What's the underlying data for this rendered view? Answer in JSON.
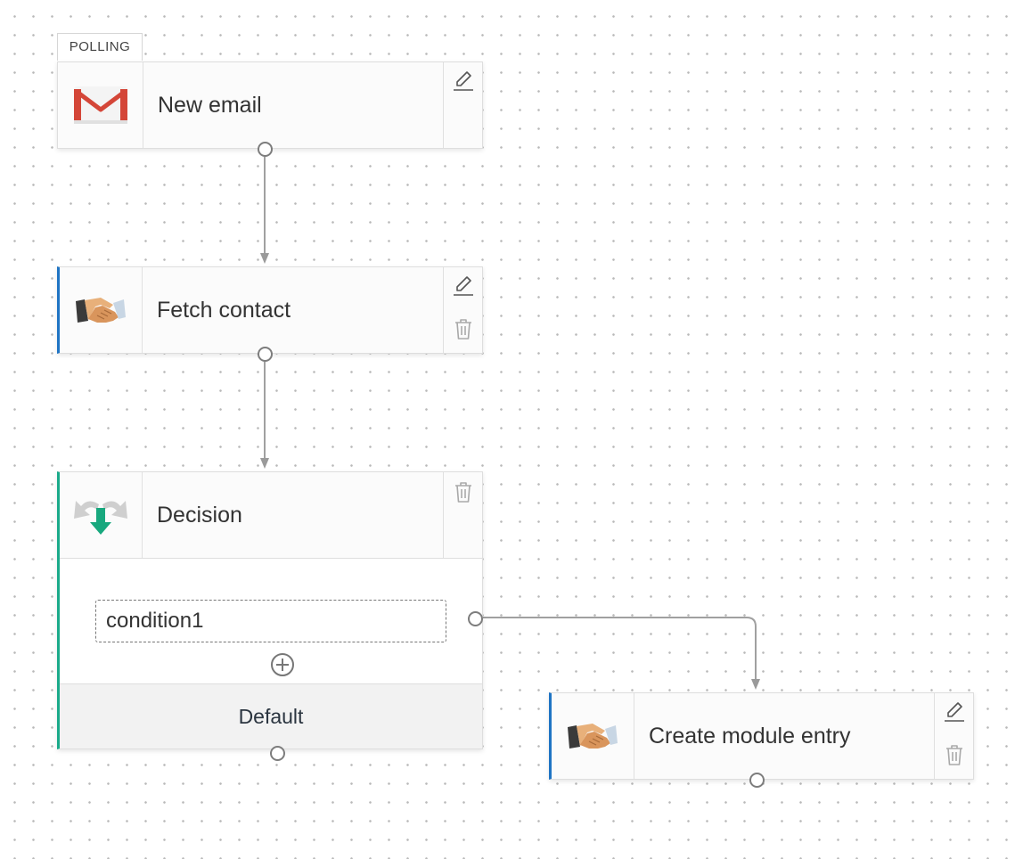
{
  "canvas": {
    "grid": "dotted",
    "background": "#ffffff"
  },
  "colors": {
    "accent_blue": "#1f74c4",
    "accent_green": "#1aaa8a",
    "connector": "#9a9a9a",
    "gmail_red": "#d44638"
  },
  "nodes": [
    {
      "id": "new-email",
      "badge": "POLLING",
      "title": "New email",
      "icon": "gmail-icon",
      "actions": [
        "edit"
      ]
    },
    {
      "id": "fetch-contact",
      "title": "Fetch contact",
      "icon": "handshake-icon",
      "actions": [
        "edit",
        "delete"
      ]
    },
    {
      "id": "decision",
      "title": "Decision",
      "icon": "decision-arrows-icon",
      "actions": [
        "delete"
      ],
      "conditions": [
        {
          "label": "condition1"
        }
      ],
      "default_label": "Default"
    },
    {
      "id": "create-module-entry",
      "title": "Create module entry",
      "icon": "handshake-icon",
      "actions": [
        "edit",
        "delete"
      ]
    }
  ],
  "edges": [
    {
      "from": "new-email",
      "to": "fetch-contact"
    },
    {
      "from": "fetch-contact",
      "to": "decision"
    },
    {
      "from": "decision.condition1",
      "to": "create-module-entry"
    }
  ]
}
